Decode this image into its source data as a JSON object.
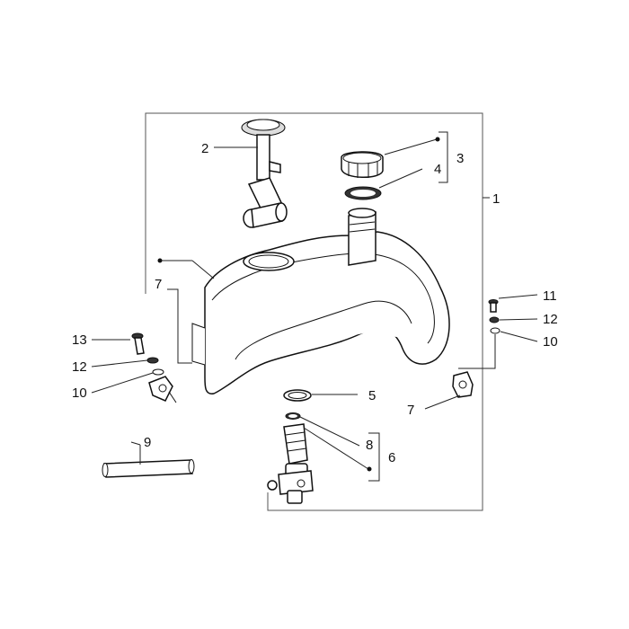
{
  "callouts": {
    "c1": "1",
    "c2": "2",
    "c3": "3",
    "c4": "4",
    "c5": "5",
    "c6": "6",
    "c7_left": "7",
    "c7_right": "7",
    "c8": "8",
    "c9": "9",
    "c10_left": "10",
    "c10_right": "10",
    "c11": "11",
    "c12_left": "12",
    "c12_right": "12",
    "c13": "13"
  }
}
